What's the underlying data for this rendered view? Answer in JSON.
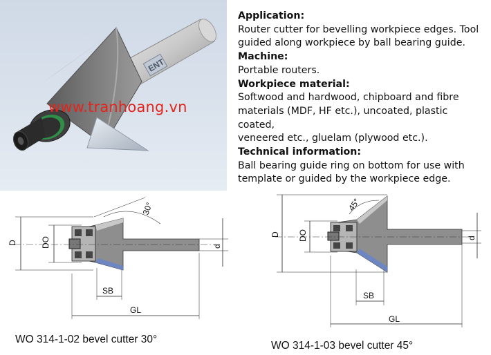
{
  "watermark": "www.tranhoang.vn",
  "product_photo": {
    "logo_text": "ENT"
  },
  "description": {
    "sections": [
      {
        "heading": "Application:",
        "lines": [
          "Router cutter for bevelling workpiece edges. Tool",
          "guided along workpiece by ball bearing guide."
        ]
      },
      {
        "heading": "Machine:",
        "lines": [
          "Portable routers."
        ]
      },
      {
        "heading": "Workpiece material:",
        "lines": [
          "Softwood and hardwood, chipboard and fibre",
          "materials (MDF, HF etc.), uncoated, plastic coated,",
          "veneered etc., gluelam (plywood etc.)."
        ]
      },
      {
        "heading": "Technical information:",
        "lines": [
          "Ball bearing guide ring on bottom for use with",
          "template or guided by the workpiece edge."
        ]
      }
    ]
  },
  "drawings": [
    {
      "angle": "30°",
      "dims": {
        "D": "D",
        "DO": "DO",
        "d": "d",
        "SB": "SB",
        "GL": "GL"
      },
      "caption": "WO 314-1-02 bevel cutter 30°"
    },
    {
      "angle": "45°",
      "dims": {
        "D": "D",
        "DO": "DO",
        "d": "d",
        "SB": "SB",
        "GL": "GL"
      },
      "caption": "WO 314-1-03 bevel cutter 45°"
    }
  ],
  "colors": {
    "watermark": "#e1251b",
    "photo_background": "#d6dfea",
    "cutter_gray": "#8e8e8e",
    "blade_blue": "#6d86c2"
  }
}
